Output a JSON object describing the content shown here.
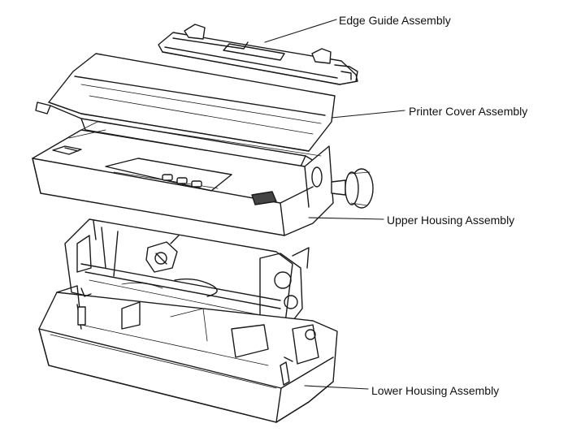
{
  "labels": {
    "edge_guide": "Edge Guide Assembly",
    "printer_cover": "Printer Cover Assembly",
    "upper_housing": "Upper Housing Assembly",
    "lower_housing": "Lower Housing Assembly"
  }
}
